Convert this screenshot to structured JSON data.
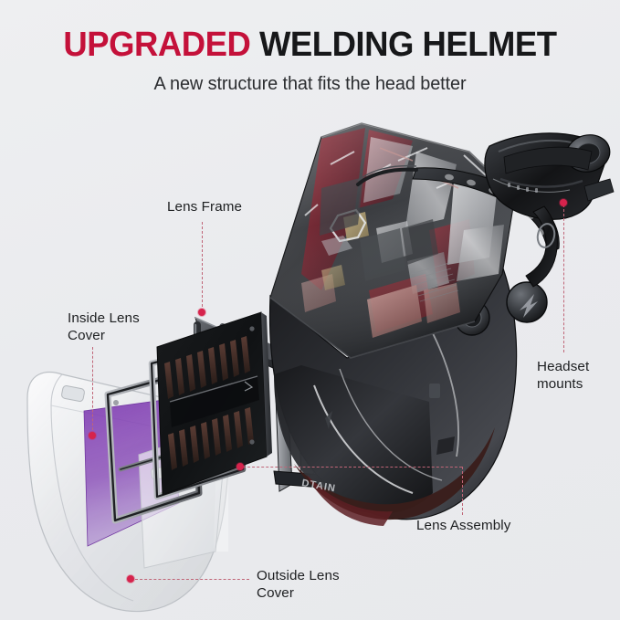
{
  "header": {
    "title_accent": "UPGRADED",
    "title_rest": " WELDING HELMET",
    "subtitle": "A new structure that fits the head better"
  },
  "callouts": [
    {
      "id": "lens-frame",
      "label": "Lens Frame"
    },
    {
      "id": "inside-lens-cover",
      "label": "Inside Lens\nCover"
    },
    {
      "id": "headset-mounts",
      "label": "Headset\nmounts"
    },
    {
      "id": "lens-assembly",
      "label": "Lens Assembly"
    },
    {
      "id": "outside-lens-cover",
      "label": "Outside Lens\nCover"
    }
  ],
  "product": {
    "brand_mark": "DTAIN",
    "parts": [
      "outside-lens-cover-shield",
      "inside-lens-cover-panel",
      "lens-frame-bracket",
      "auto-darkening-filter-cartridge",
      "helmet-shell",
      "headgear-ratchet-assembly",
      "side-knob"
    ]
  },
  "colors": {
    "background": "#ecedef",
    "accent_red": "#c4113a",
    "leader_line": "#c06577",
    "dot": "#d6234c",
    "text": "#1d1f21",
    "inside_lens_purple": "#7b3fae",
    "shell_dark": "#2a2b2e",
    "shell_maroon": "#7c2230",
    "shell_silver": "#c9cbce"
  }
}
